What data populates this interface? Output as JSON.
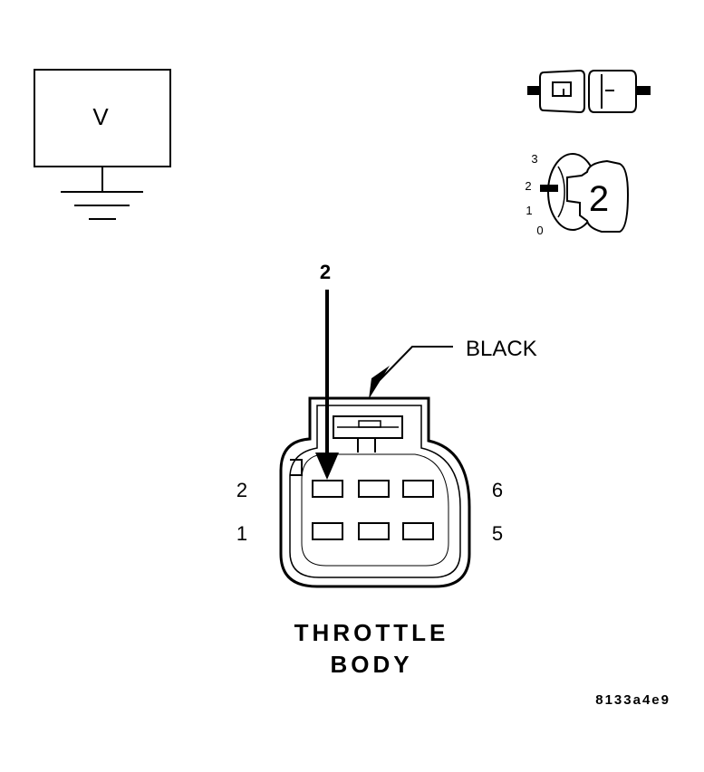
{
  "voltmeter": {
    "label": "V"
  },
  "switch_position": {
    "value": "2",
    "scale": [
      "3",
      "2",
      "1",
      "0"
    ]
  },
  "probe": {
    "pin_label": "2"
  },
  "connector": {
    "color_label": "BLACK",
    "pins_left": [
      "2",
      "1"
    ],
    "pins_right": [
      "6",
      "5"
    ],
    "name_line1": "THROTTLE",
    "name_line2": "BODY"
  },
  "figure_id": "8133a4e9"
}
